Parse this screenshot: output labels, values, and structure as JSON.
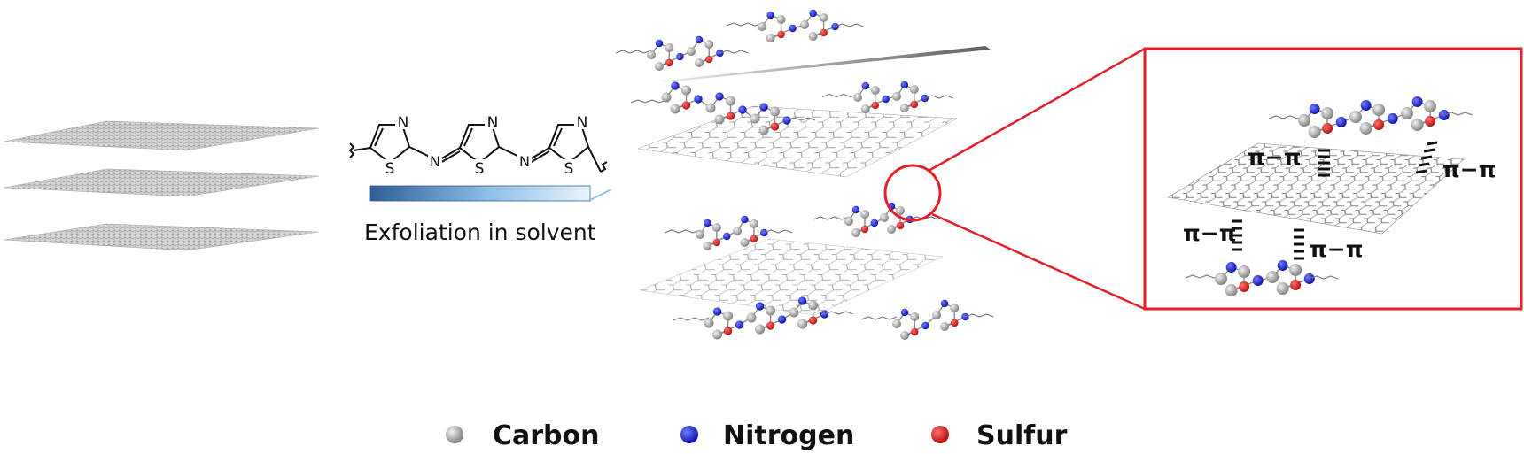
{
  "molecule": {
    "atom_n": "N",
    "atom_s": "S"
  },
  "process": {
    "label": "Exfoliation in solvent"
  },
  "zoom": {
    "interaction_labels": [
      "π−π",
      "π−π",
      "π−π",
      "π−π"
    ]
  },
  "legend": {
    "items": [
      {
        "label": "Carbon",
        "color": "#9a9a9a"
      },
      {
        "label": "Nitrogen",
        "color": "#1a1ad0"
      },
      {
        "label": "Sulfur",
        "color": "#d01818"
      }
    ]
  },
  "colors": {
    "highlight": "#e3202a",
    "arrow_dark": "#2f5f9a",
    "arrow_light": "#e8f4fc",
    "sheet": "#b8b8b8"
  }
}
